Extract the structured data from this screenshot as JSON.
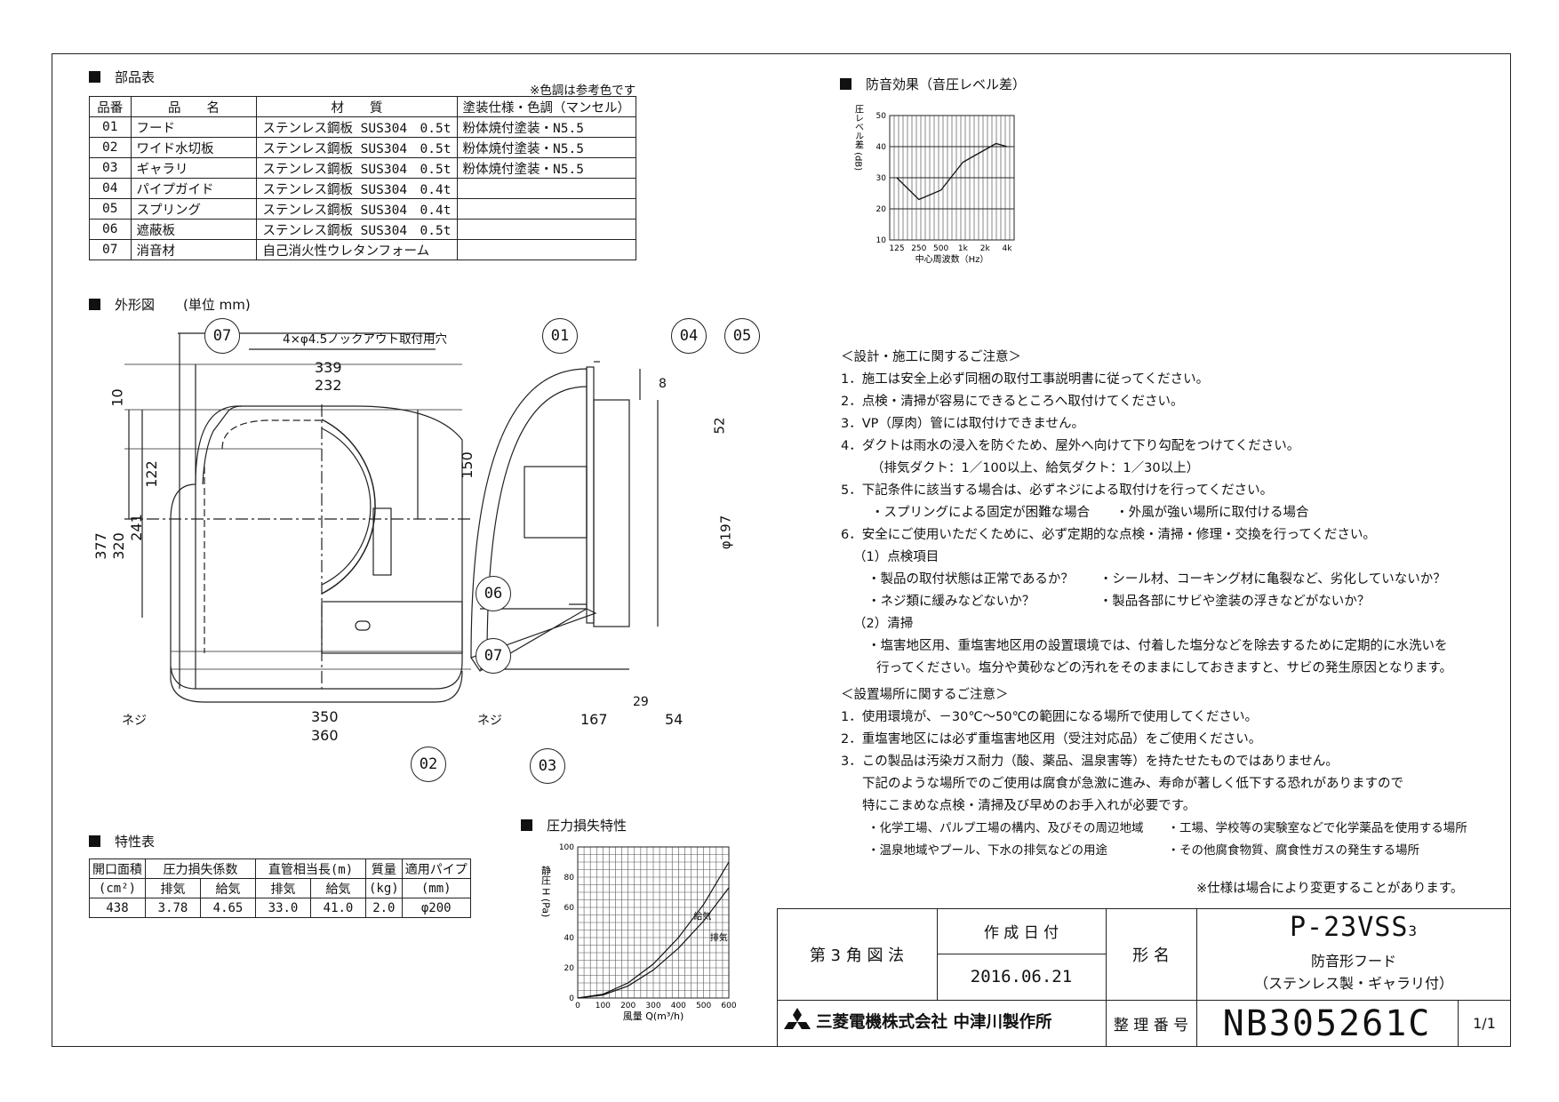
{
  "parts_table": {
    "section_title": "部品表",
    "note": "※色調は参考色です",
    "headers": [
      "品番",
      "品　　名",
      "材　　質",
      "塗装仕様・色調（マンセル）"
    ],
    "rows": [
      {
        "no": "01",
        "name": "フード",
        "material": "ステンレス鋼板 SUS304　0.5t",
        "finish": "粉体焼付塗装・N5.5"
      },
      {
        "no": "02",
        "name": "ワイド水切板",
        "material": "ステンレス鋼板 SUS304　0.5t",
        "finish": "粉体焼付塗装・N5.5"
      },
      {
        "no": "03",
        "name": "ギャラリ",
        "material": "ステンレス鋼板 SUS304　0.5t",
        "finish": "粉体焼付塗装・N5.5"
      },
      {
        "no": "04",
        "name": "パイプガイド",
        "material": "ステンレス鋼板 SUS304　0.4t",
        "finish": ""
      },
      {
        "no": "05",
        "name": "スプリング",
        "material": "ステンレス鋼板 SUS304　0.4t",
        "finish": ""
      },
      {
        "no": "06",
        "name": "遮蔽板",
        "material": "ステンレス鋼板 SUS304　0.5t",
        "finish": ""
      },
      {
        "no": "07",
        "name": "消音材",
        "material": "自己消火性ウレタンフォーム",
        "finish": ""
      }
    ]
  },
  "outline": {
    "section_title": "外形図",
    "unit": "(単位 mm)",
    "knockout_note": "4×φ4.5ノックアウト取付用穴",
    "screw_label": "ネジ",
    "callouts": [
      "07",
      "02",
      "06",
      "07",
      "01",
      "04",
      "05",
      "03"
    ],
    "dims_front": [
      "339",
      "232",
      "10",
      "150",
      "122",
      "241",
      "320",
      "377",
      "350",
      "360"
    ],
    "dims_side": [
      "8",
      "52",
      "φ197",
      "29",
      "167",
      "54"
    ]
  },
  "noise_chart": {
    "section_title": "防音効果（音圧レベル差）",
    "chart_data": {
      "type": "line",
      "x": [
        "125",
        "250",
        "500",
        "1k",
        "2k",
        "4k"
      ],
      "y_ticks": [
        10,
        20,
        30,
        40,
        50
      ],
      "ylim": [
        10,
        50
      ],
      "ylabel": "音圧レベル差 (dB)",
      "xlabel": "中心周波数（Hz）",
      "series": [
        {
          "values": [
            30,
            23,
            26,
            35,
            37,
            41,
            40
          ]
        }
      ],
      "series_x_index": [
        0,
        1,
        2,
        3,
        3.5,
        4.5,
        5
      ]
    }
  },
  "design_notes": {
    "title": "＜設計・施工に関するご注意＞",
    "lines": [
      "1．施工は安全上必ず同梱の取付工事説明書に従ってください。",
      "2．点検・清掃が容易にできるところへ取付けてください。",
      "3．VP（厚肉）管には取付けできません。",
      "4．ダクトは雨水の浸入を防ぐため、屋外へ向けて下り勾配をつけてください。",
      "（排気ダクト：1／100以上、給気ダクト：1／30以上）",
      "5．下記条件に該当する場合は、必ずネジによる取付けを行ってください。",
      "・スプリングによる固定が困難な場合　　・外風が強い場所に取付ける場合",
      "6．安全にご使用いただくために、必ず定期的な点検・清掃・修理・交換を行ってください。",
      "（1）点検項目",
      "・製品の取付状態は正常であるか？　　・シール材、コーキング材に亀裂など、劣化していないか？",
      "・ネジ類に緩みなどないか？　　　　　・製品各部にサビや塗装の浮きなどがないか？",
      "（2）清掃",
      "・塩害地区用、重塩害地区用の設置環境では、付着した塩分などを除去するために定期的に水洗いを",
      "行ってください。塩分や黄砂などの汚れをそのままにしておきますと、サビの発生原因となります。"
    ]
  },
  "location_notes": {
    "title": "＜設置場所に関するご注意＞",
    "lines": [
      "1．使用環境が、－30℃～50℃の範囲になる場所で使用してください。",
      "2．重塩害地区には必ず重塩害地区用（受注対応品）をご使用ください。",
      "3．この製品は汚染ガス耐力（酸、薬品、温泉害等）を持たせたものではありません。",
      "下記のような場所でのご使用は腐食が急激に進み、寿命が著しく低下する恐れがありますので",
      "特にこまめな点検・清掃及び早めのお手入れが必要です。",
      "・化学工場、パルプ工場の構内、及びその周辺地域　　・工場、学校等の実験室などで化学薬品を使用する場所",
      "・温泉地域やプール、下水の排気などの用途　　　　　・その他腐食物質、腐食性ガスの発生する場所"
    ],
    "footnote": "※仕様は場合により変更することがあります。"
  },
  "spec_table": {
    "section_title": "特性表",
    "h_open": "開口面積",
    "h_open_unit": "(cm²)",
    "h_loss": "圧力損失係数",
    "h_equiv": "直管相当長(m)",
    "h_mass": "質量",
    "h_mass_unit": "(kg)",
    "h_pipe": "適用パイプ",
    "h_pipe_unit": "(mm)",
    "sub_exhaust": "排気",
    "sub_supply": "給気",
    "values": [
      "438",
      "3.78",
      "4.65",
      "33.0",
      "41.0",
      "2.0",
      "φ200"
    ]
  },
  "pressure_chart": {
    "section_title": "圧力損失特性",
    "chart_data": {
      "type": "line",
      "xlim": [
        0,
        600
      ],
      "ylim": [
        0,
        100
      ],
      "x_ticks": [
        0,
        100,
        200,
        300,
        400,
        500,
        600
      ],
      "y_ticks": [
        0,
        20,
        40,
        60,
        80,
        100
      ],
      "xlabel": "風量 Q(m³/h)",
      "ylabel": "静圧 H (Pa)",
      "series": [
        {
          "name": "給気",
          "x": [
            0,
            100,
            200,
            300,
            400,
            500,
            600
          ],
          "y": [
            0,
            2.5,
            10,
            22.5,
            40,
            62,
            90
          ]
        },
        {
          "name": "排気",
          "x": [
            0,
            100,
            200,
            300,
            400,
            500,
            600
          ],
          "y": [
            0,
            2,
            8,
            18.5,
            33,
            51,
            73
          ]
        }
      ]
    }
  },
  "title_block": {
    "projection": "第 3 角 図 法",
    "date_label": "作 成 日 付",
    "date": "2016.06.21",
    "model_label": "形 名",
    "model": "P-23VSS",
    "model_sub": "3",
    "product_name": "防音形フード",
    "product_desc": "（ステンレス製・ギャラリ付）",
    "company": "三菱電機株式会社 中津川製作所",
    "doc_label": "整 理 番 号",
    "doc_no": "NB305261C",
    "sheet": "1/1"
  }
}
